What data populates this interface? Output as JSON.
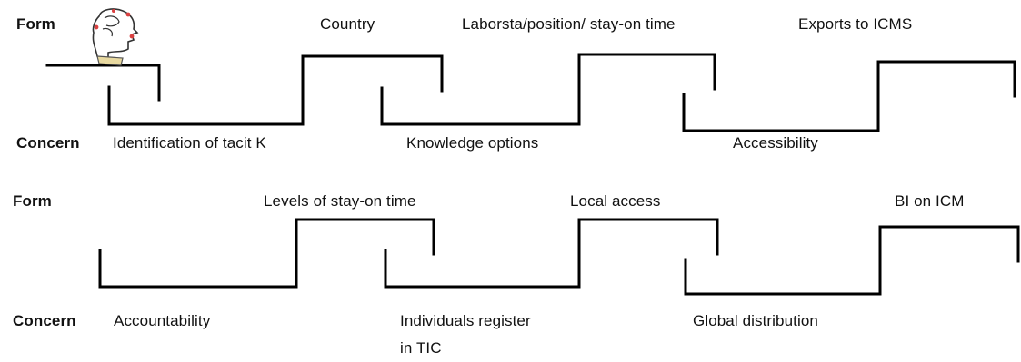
{
  "colors": {
    "stroke": "#000000",
    "text": "#111111",
    "icon_accent": "#d94040",
    "icon_note": "#e8d9a0"
  },
  "row1": {
    "form_label": "Form",
    "concern_label": "Concern",
    "top_labels": [
      "Country",
      "Laborsta/position/ stay-on time",
      "Exports  to ICMS"
    ],
    "bottom_labels": [
      "Identification   of tacit  K",
      "Knowledge   options",
      "Accessibility"
    ]
  },
  "row2": {
    "form_label": "Form",
    "concern_label": "Concern",
    "top_labels": [
      "Levels  of stay-on time",
      "Local access",
      "BI on ICM"
    ],
    "bottom_labels": [
      "Accountability",
      "Individuals   register\nin TIC",
      "Global  distribution"
    ]
  },
  "icons": {
    "person": "thinking-head-icon"
  }
}
